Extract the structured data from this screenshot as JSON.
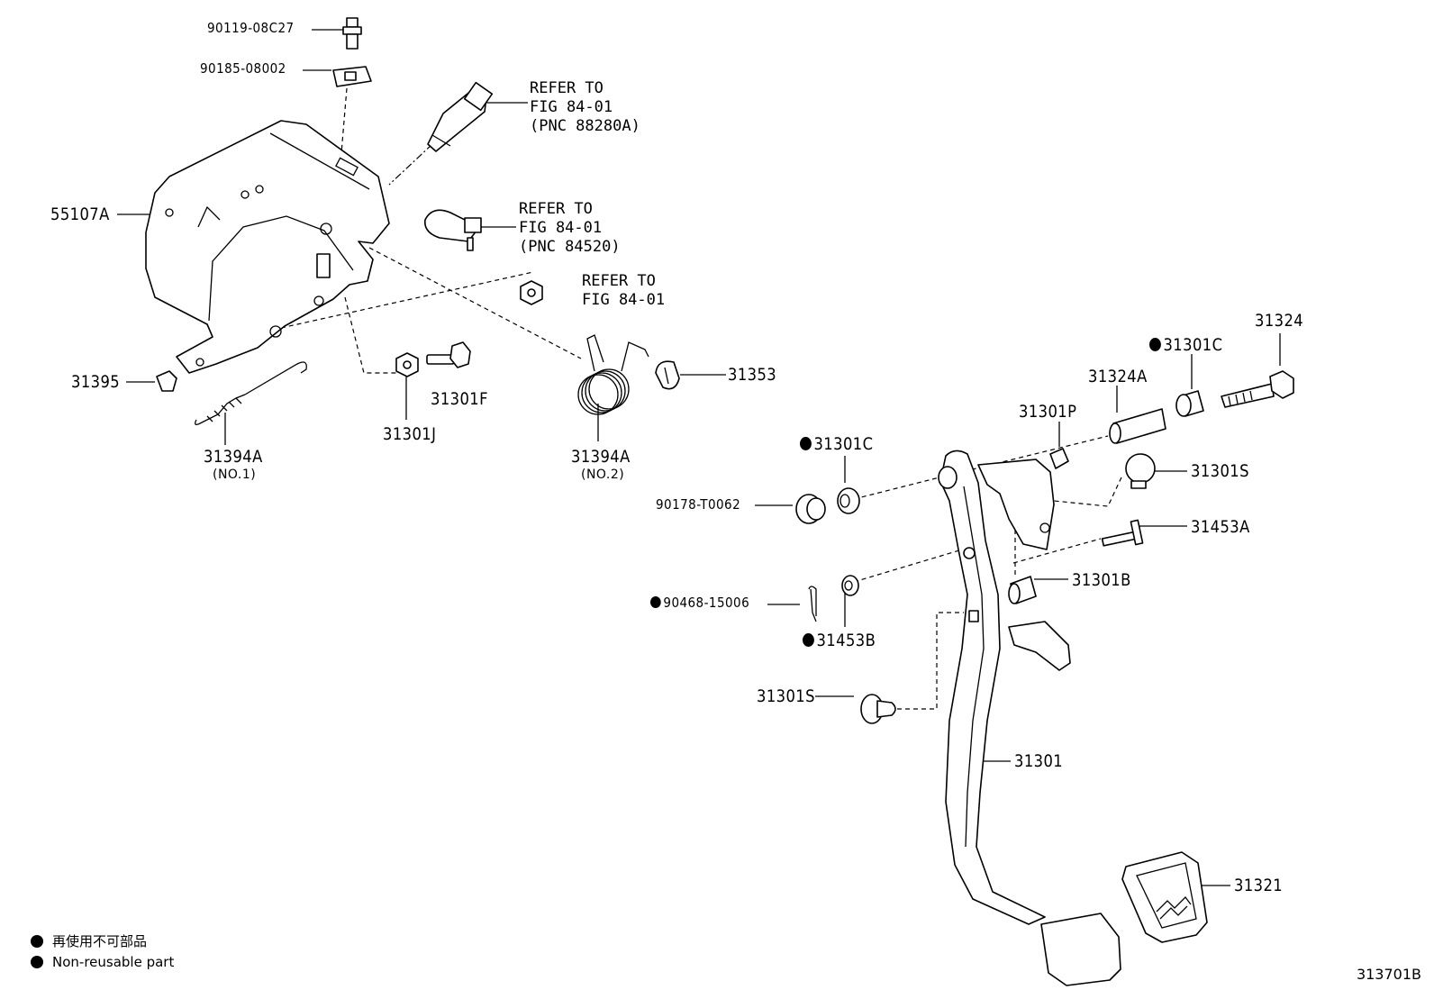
{
  "labels": {
    "p90119": "90119-08C27",
    "p90185": "90185-08002",
    "p55107A": "55107A",
    "p31395": "31395",
    "p31394A_1": "31394A",
    "p31394A_1_sub": "(NO.1)",
    "p31301J": "31301J",
    "p31301F": "31301F",
    "p31394A_2": "31394A",
    "p31394A_2_sub": "(NO.2)",
    "p31353": "31353",
    "p31324": "31324",
    "p31301C_top": "31301C",
    "p31324A": "31324A",
    "p31301P": "31301P",
    "p31301C_mid": "31301C",
    "p90178": "90178-T0062",
    "p31301S_r": "31301S",
    "p31453A": "31453A",
    "p31301B": "31301B",
    "p90468": "90468-15006",
    "p31453B": "31453B",
    "p31301S_l": "31301S",
    "p31301": "31301",
    "p31321": "31321"
  },
  "refs": {
    "ref1": "REFER TO\nFIG 84-01\n(PNC 88280A)",
    "ref2": "REFER TO\nFIG 84-01\n(PNC 84520)",
    "ref3": "REFER TO\nFIG 84-01"
  },
  "legend": {
    "jp": "再使用不可部品",
    "en": "Non-reusable part"
  },
  "figure_number": "313701B"
}
